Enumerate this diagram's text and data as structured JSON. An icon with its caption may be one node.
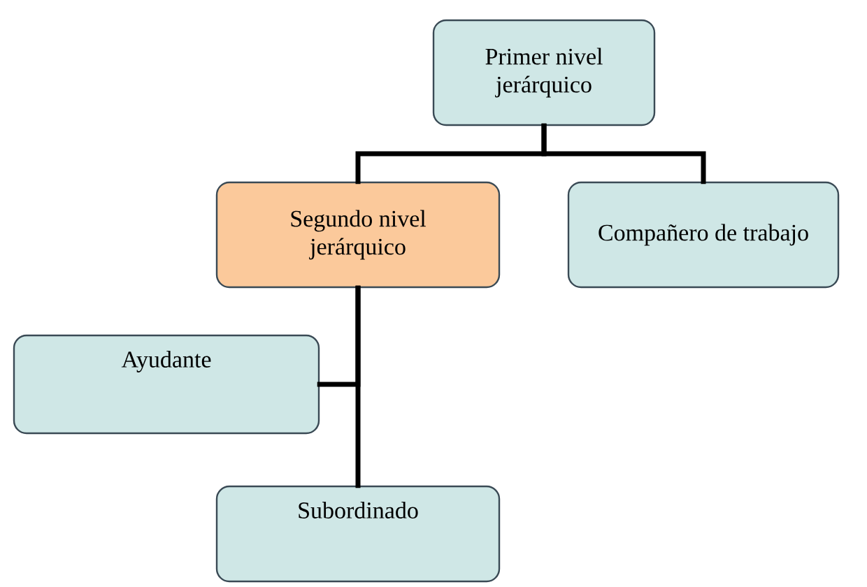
{
  "diagram": {
    "nodes": [
      {
        "text": [
          "Primer nivel jerárquico"
        ]
      },
      {
        "text": [
          "Segundo nivel jerárquico"
        ]
      },
      {
        "text": [
          "Compañero de trabajo"
        ]
      },
      {
        "text": [
          "Ayudante"
        ]
      },
      {
        "text": [
          "Subordinado"
        ]
      }
    ],
    "edges": [
      {
        "from": 0,
        "to": 1,
        "arrow": "none"
      },
      {
        "from": 0,
        "to": 2,
        "arrow": "none"
      },
      {
        "from": 1,
        "to": 3,
        "arrow": "none"
      },
      {
        "from": 1,
        "to": 4,
        "arrow": "none"
      }
    ]
  }
}
